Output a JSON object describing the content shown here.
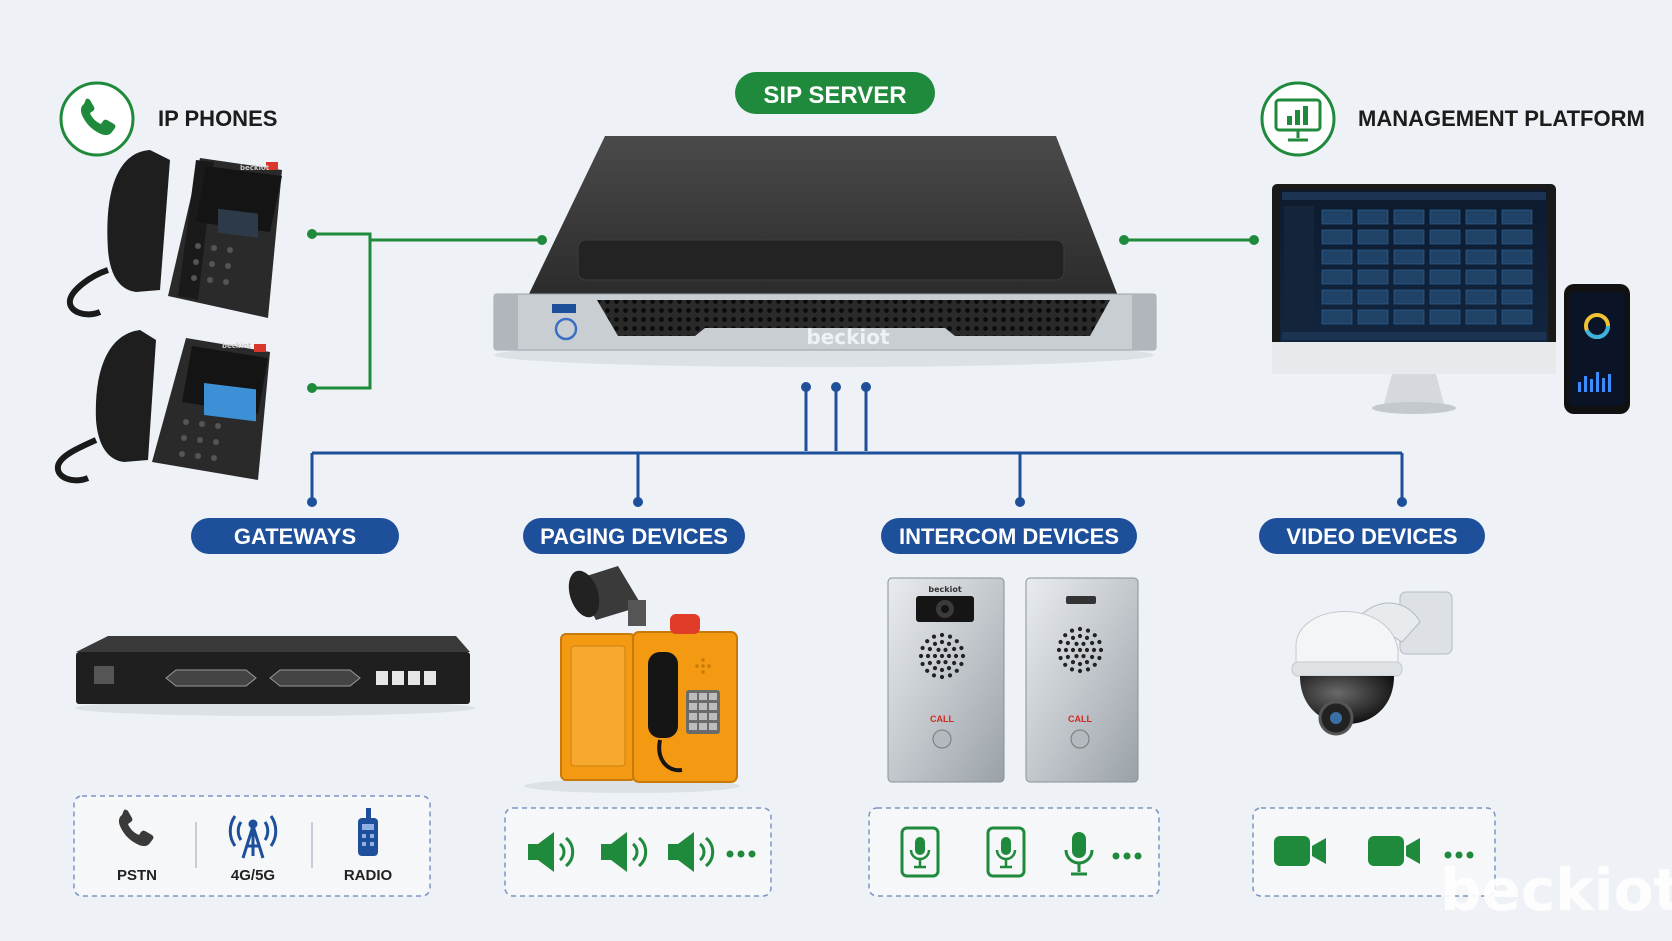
{
  "titles": {
    "sip_server": "SIP SERVER",
    "ip_phones": "IP PHONES",
    "management": "MANAGEMENT PLATFORM",
    "gateways": "GATEWAYS",
    "paging": "PAGING DEVICES",
    "intercom": "INTERCOM DEVICES",
    "video": "VIDEO DEVICES"
  },
  "server": {
    "brand": "beckiot"
  },
  "phones": {
    "brand": "beckiot"
  },
  "intercom": {
    "call_label": "CALL",
    "brand": "beckiot"
  },
  "gateway_channels": [
    "PSTN",
    "4G/5G",
    "RADIO"
  ],
  "paging_icons": [
    "speaker-icon",
    "speaker-icon",
    "speaker-icon"
  ],
  "intercom_icons": [
    "microphone-icon",
    "microphone-icon",
    "microphone-icon"
  ],
  "video_icons": [
    "video-camera-icon",
    "video-camera-icon"
  ],
  "more_marker": "...",
  "watermark": "beckiot",
  "colors": {
    "green": "#1f8a3b",
    "blue": "#1d4f9a",
    "background": "#eef2f6",
    "dark": "#2b2b2b",
    "orange": "#f39a12"
  }
}
